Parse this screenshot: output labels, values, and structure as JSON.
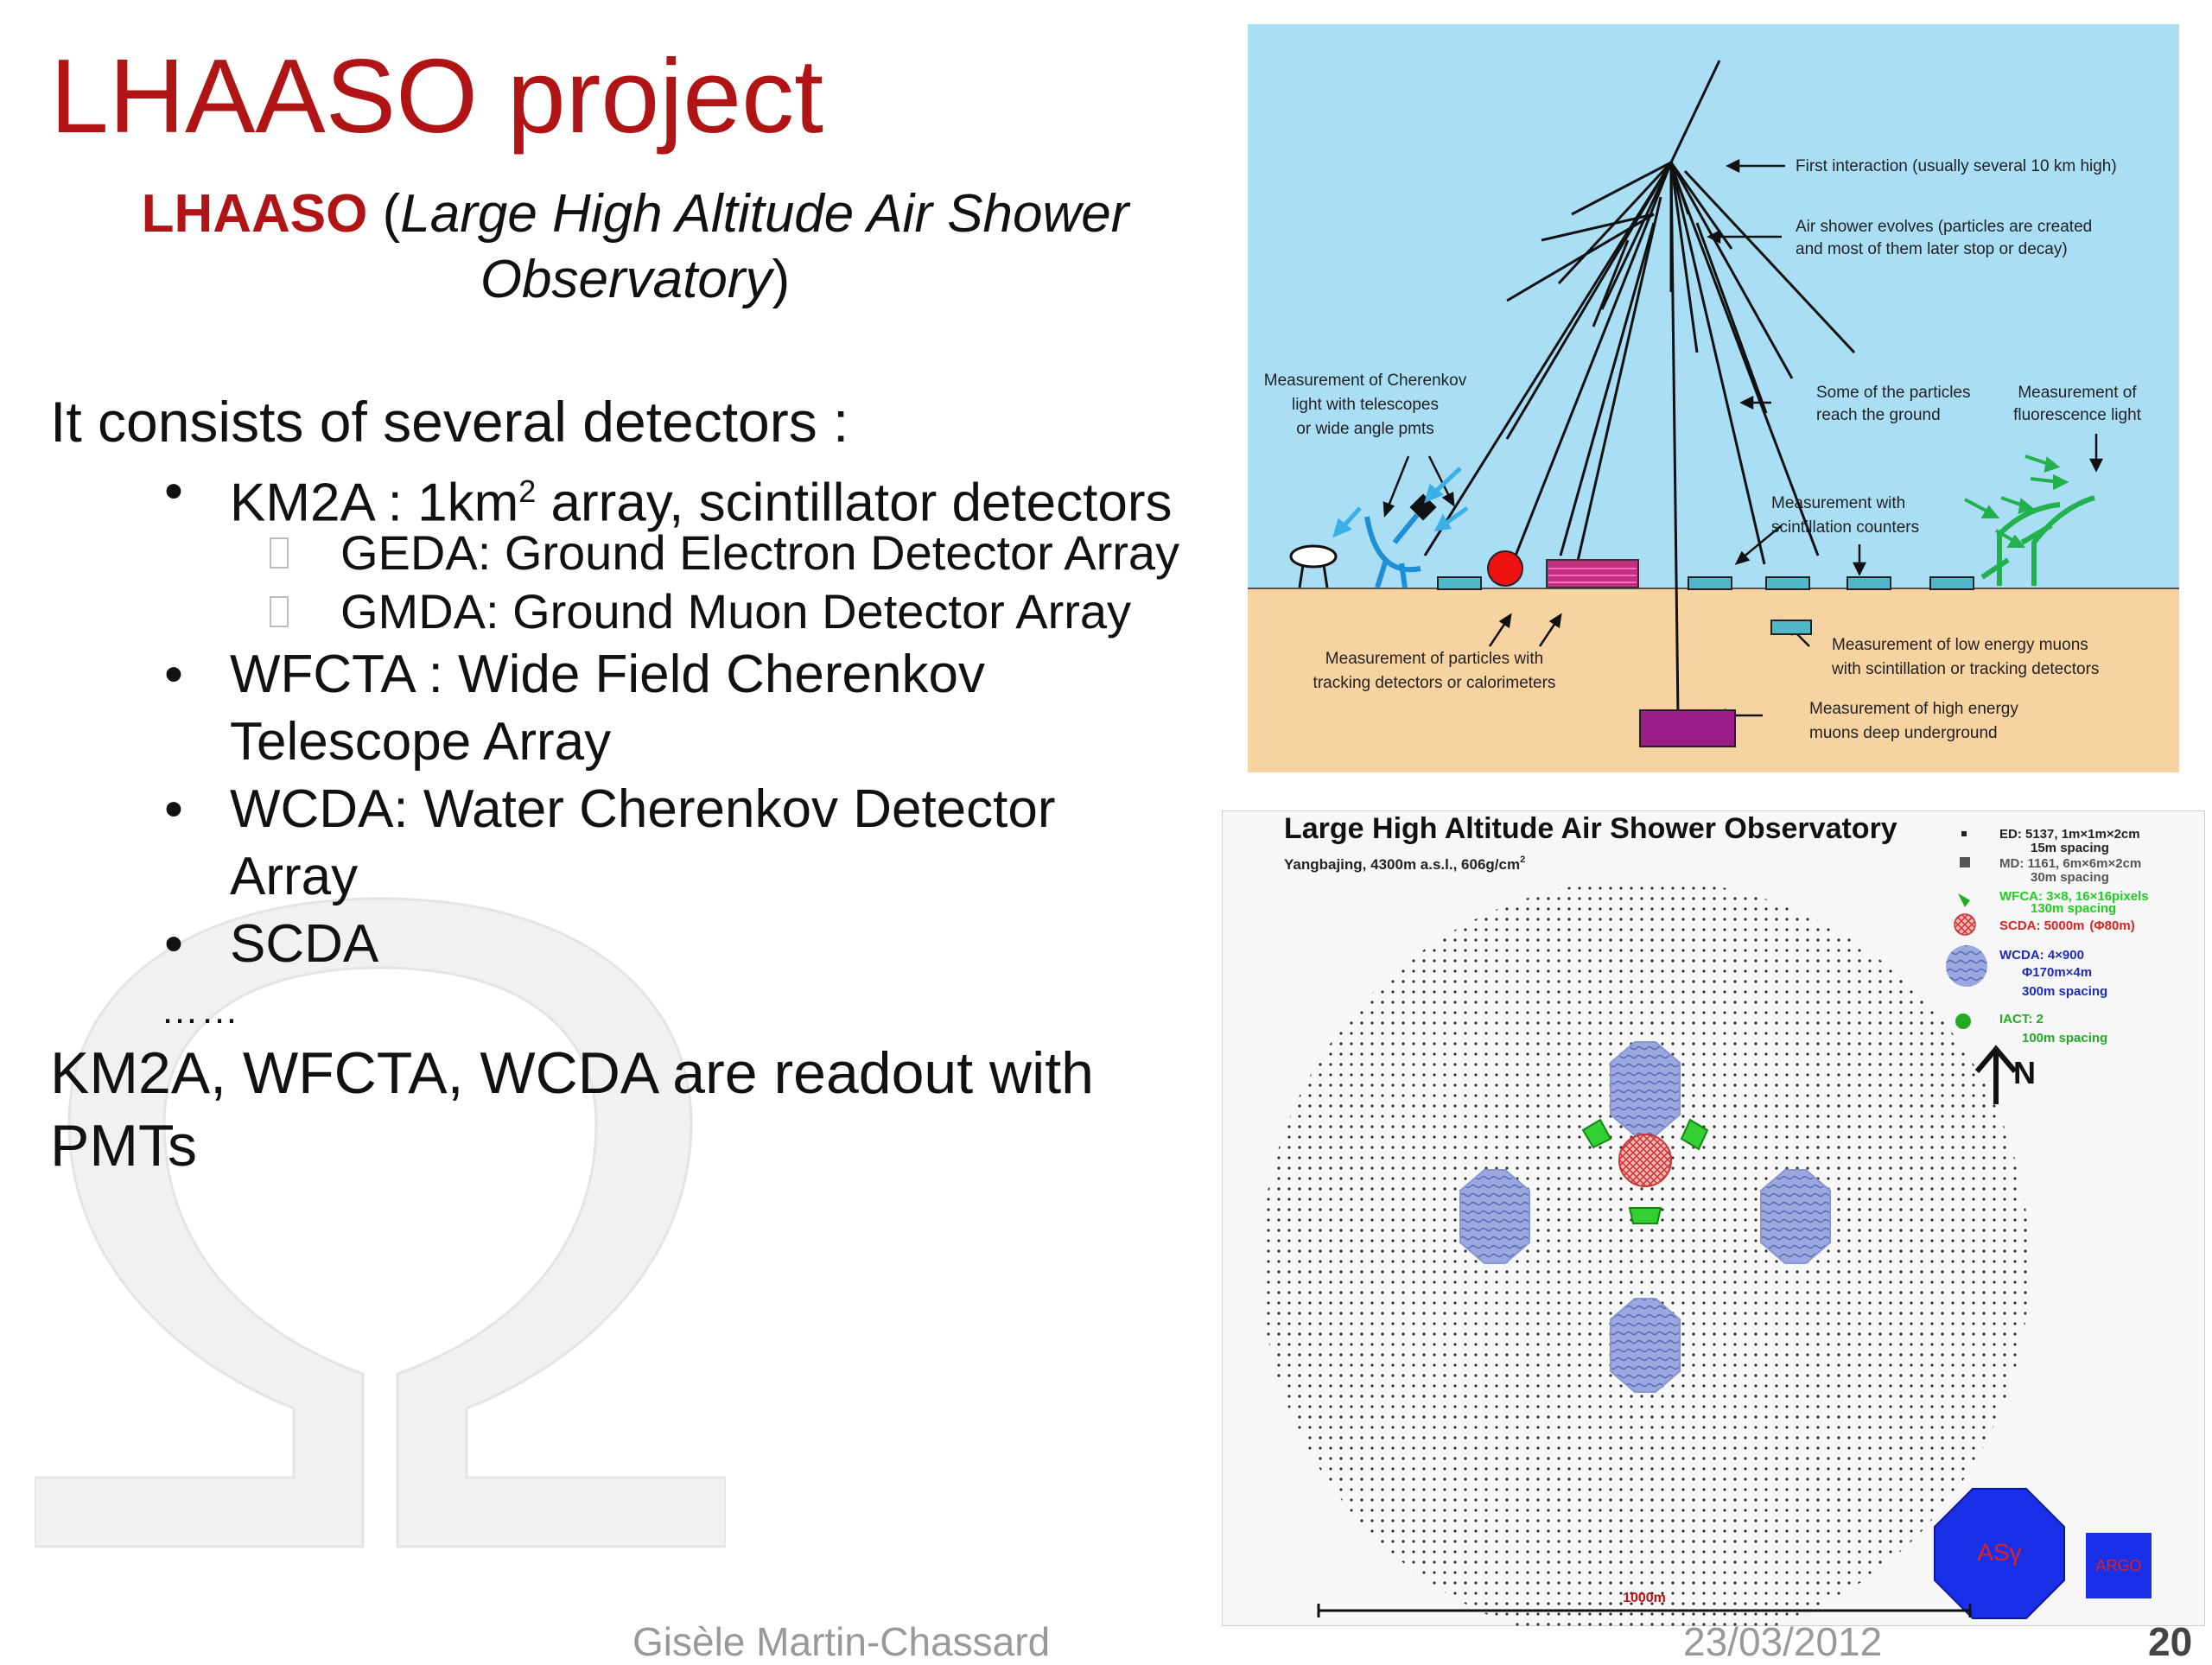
{
  "slide": {
    "title": "LHAASO project",
    "subtitle_acronym": "LHAASO",
    "subtitle_open": " (",
    "subtitle_full": "Large High Altitude Air Shower Observatory",
    "subtitle_close": ")",
    "intro": "It consists of several detectors :",
    "bullet_char": "•",
    "bullets": [
      {
        "label": "KM2A : 1km",
        "sup": "2",
        "rest": " array, scintillator detectors"
      },
      {
        "label": "WFCTA : Wide Field Cherenkov"
      },
      {
        "label": "Telescope  Array"
      },
      {
        "label": "WCDA: Water Cherenkov Detector"
      },
      {
        "label": "Array"
      },
      {
        "label": "SCDA"
      }
    ],
    "sub_bullets": [
      "GEDA:  Ground Electron Detector Array",
      "GMDA: Ground Muon Detector Array"
    ],
    "ellipsis": "……",
    "closing_1": "KM2A, WFCTA, WCDA are readout with",
    "closing_2": "PMTs"
  },
  "footer": {
    "author": "Gisèle Martin-Chassard",
    "date": "23/03/2012",
    "page": "20"
  },
  "shower_figure": {
    "labels": {
      "first_interaction": "First interaction (usually several 10 km high)",
      "shower_evolves_1": "Air shower evolves (particles are created",
      "shower_evolves_2": "and most of them later stop or decay)",
      "cherenkov_1": "Measurement of Cherenkov",
      "cherenkov_2": "light with telescopes",
      "cherenkov_3": "or wide angle pmts",
      "reach_1": "Some of the particles",
      "reach_2": "reach the ground",
      "fluor_1": "Measurement of",
      "fluor_2": "fluorescence light",
      "scint_1": "Measurement with",
      "scint_2": "scintillation counters",
      "tracking_1": "Measurement of particles with",
      "tracking_2": "tracking detectors or calorimeters",
      "lowmuon_1": "Measurement of low energy muons",
      "lowmuon_2": "with scintillation or tracking detectors",
      "highmuon_1": "Measurement of high energy",
      "highmuon_2": "muons deep underground"
    },
    "colors": {
      "sky": "#a9def5",
      "ground": "#f8d3a2",
      "detector": "#4fb7c9",
      "tele": "#1e8fd6",
      "fluor": "#23b14d",
      "muon": "#9b1d8a"
    }
  },
  "layout_figure": {
    "title": "Large High Altitude Air Shower Observatory",
    "site": "Yangbajing, 4300m a.s.l., 606g/cm",
    "site_sup": "2",
    "legend": [
      {
        "line1": "ED: 5137, 1m×1m×2cm",
        "line2": "15m spacing",
        "color": "#222222"
      },
      {
        "line1": "MD: 1161, 6m×6m×2cm",
        "line2": "30m spacing",
        "color": "#555555"
      },
      {
        "line1": "WFCA: 3×8, 16×16pixels",
        "line2": "130m spacing",
        "color": "#22cc22"
      },
      {
        "line1": "SCDA: 5000m",
        "line2": "(Φ80m)",
        "color": "#dd2222"
      },
      {
        "line1": "WCDA: 4×900",
        "line2": "Φ170m×4m",
        "line3": "300m spacing",
        "color": "#1c2cc0"
      },
      {
        "line1": "IACT: 2",
        "line2": "100m spacing",
        "color": "#22aa22"
      }
    ],
    "north": "N",
    "scale": "1000m",
    "asg": "ASγ",
    "argo": "ARGO"
  }
}
